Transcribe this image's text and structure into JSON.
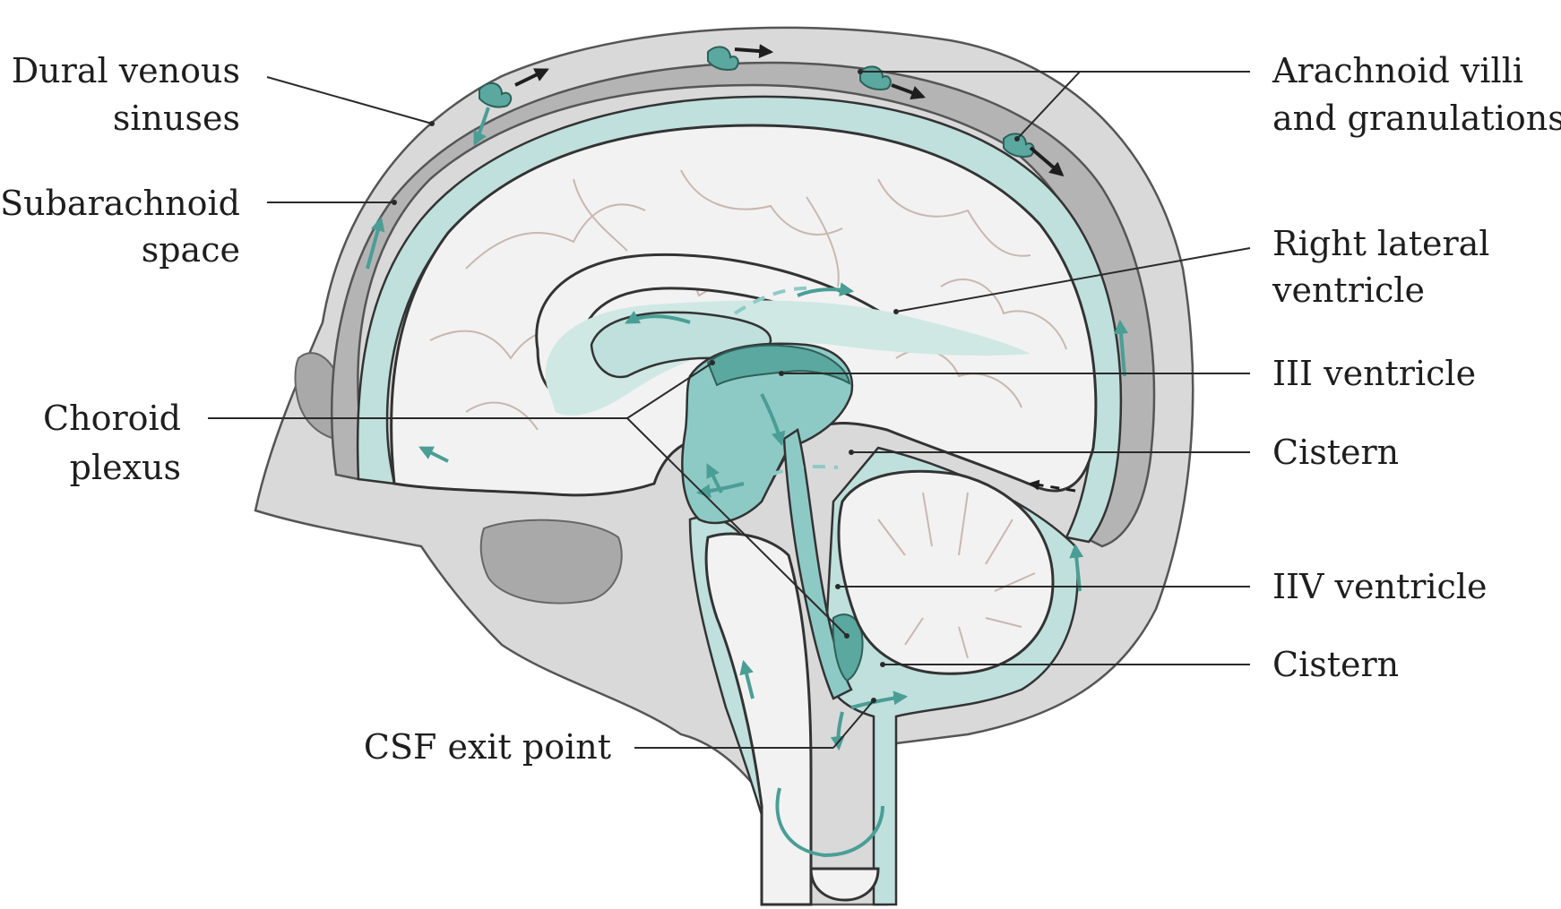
{
  "labels": {
    "dural_venous_sinuses": [
      "Dural venous",
      "sinuses"
    ],
    "subarachnoid_space": [
      "Subarachnoid",
      "space"
    ],
    "choroid_plexus": [
      "Choroid",
      "plexus"
    ],
    "csf_exit_point": "CSF exit point",
    "arachnoid_villi": [
      "Arachnoid villi",
      "and granulations"
    ],
    "right_lateral_ventricle": [
      "Right lateral",
      "ventricle"
    ],
    "third_ventricle": "III ventricle",
    "cistern_upper": "Cistern",
    "fourth_ventricle": "IIV ventricle",
    "cistern_lower": "Cistern"
  },
  "colors": {
    "csf": "#bfe0dc",
    "csf_dark": "#8ecac5",
    "choroid": "#5aa89f",
    "brain": "#f2f2f2",
    "skull": "#d9d9d9",
    "sinus": "#b4b4b4"
  }
}
